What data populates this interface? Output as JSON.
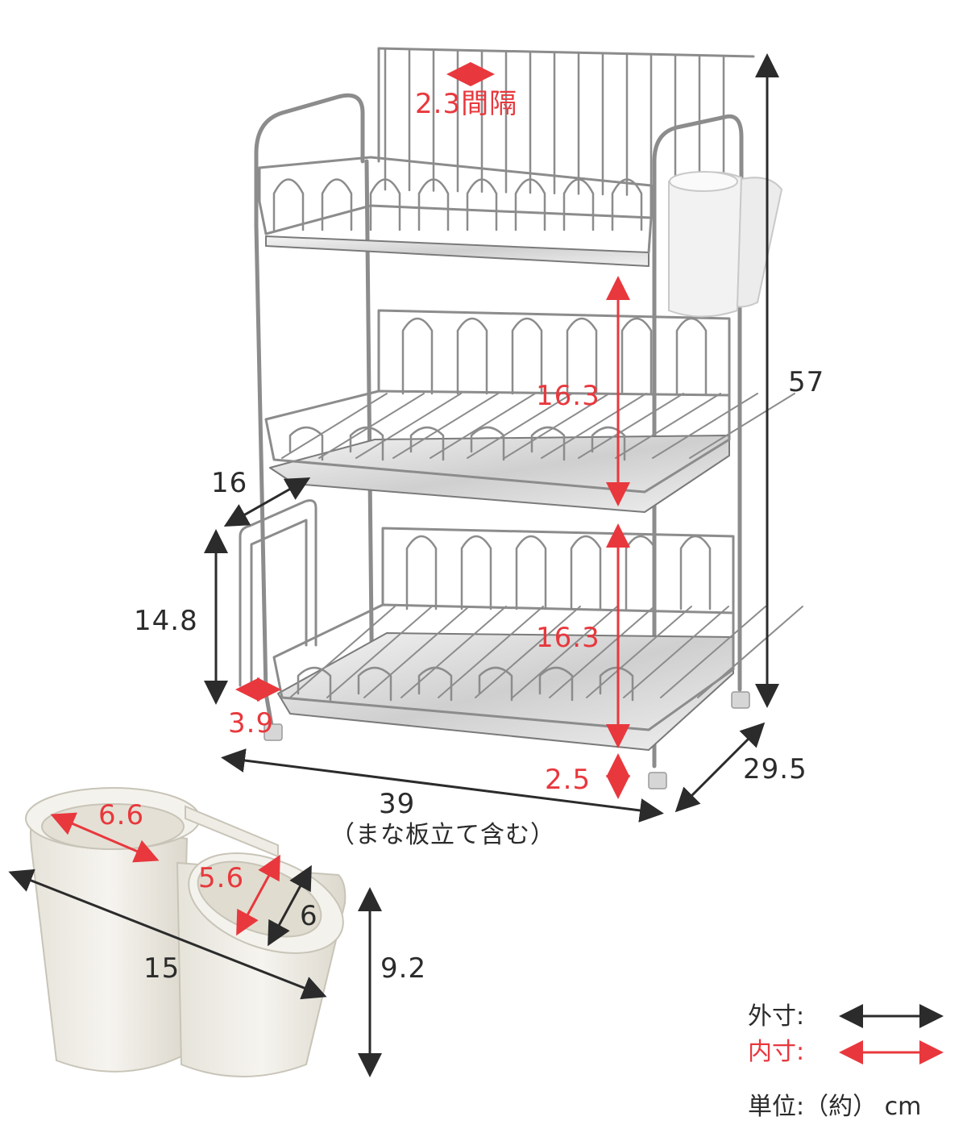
{
  "colors": {
    "outer": "#2b2b2b",
    "inner": "#e8383d",
    "steel": "#8c8c8c",
    "steel_light": "#d8d8d8",
    "cup": "#ebe8e0"
  },
  "rack": {
    "rack_label": "",
    "rear_slot_pitch": "2.3間隔",
    "height_total": "57",
    "tier_gap_upper": "16.3",
    "tier_gap_lower": "16.3",
    "depth": "29.5",
    "board_holder_depth": "16",
    "board_holder_height": "14.8",
    "board_holder_gap": "3.9",
    "clearance": "2.5",
    "width": "39",
    "width_note": "（まな板立て含む）"
  },
  "cup": {
    "cup_label": "",
    "large_inner": "6.6",
    "small_inner": "5.6",
    "small_outer": "6",
    "length": "15",
    "height": "9.2"
  },
  "legend": {
    "outer_label": "外寸:",
    "inner_label": "内寸:",
    "unit": "単位:（約） cm"
  }
}
